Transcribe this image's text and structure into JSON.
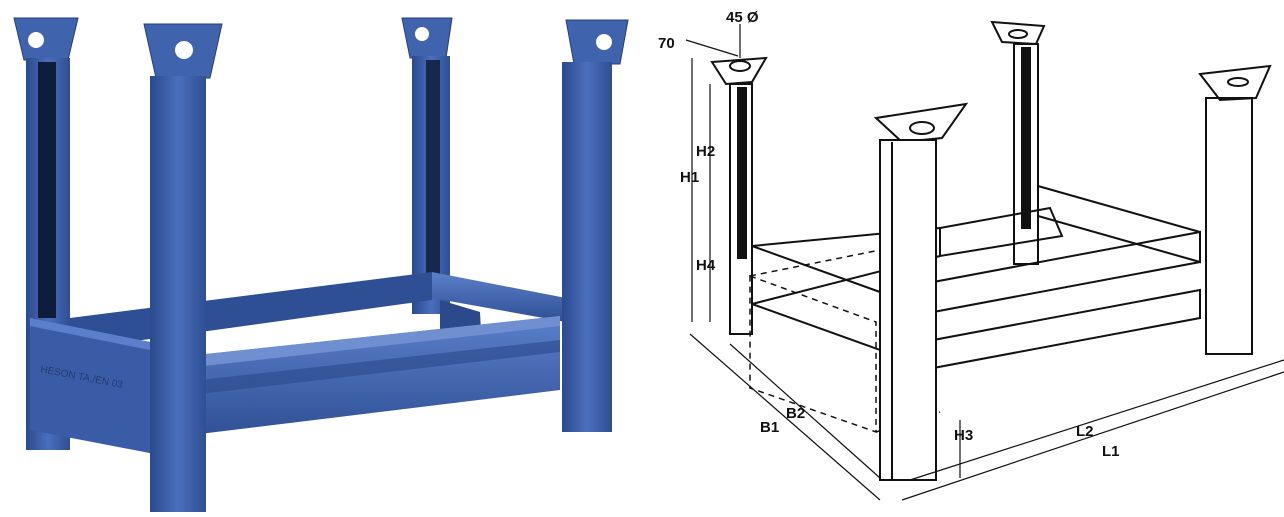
{
  "photo": {
    "stamp_text": "HESON TA./EN 03",
    "colors": {
      "steel_blue": "#3f63ad",
      "steel_dark": "#2b4a8c",
      "steel_light": "#6f8fd0"
    }
  },
  "drawing": {
    "labels": {
      "hole_dia": "45 Ø",
      "flange": "70",
      "h1": "H1",
      "h2": "H2",
      "h3": "H3",
      "h4": "H4",
      "b1": "B1",
      "b2": "B2",
      "l1": "L1",
      "l2": "L2"
    }
  }
}
